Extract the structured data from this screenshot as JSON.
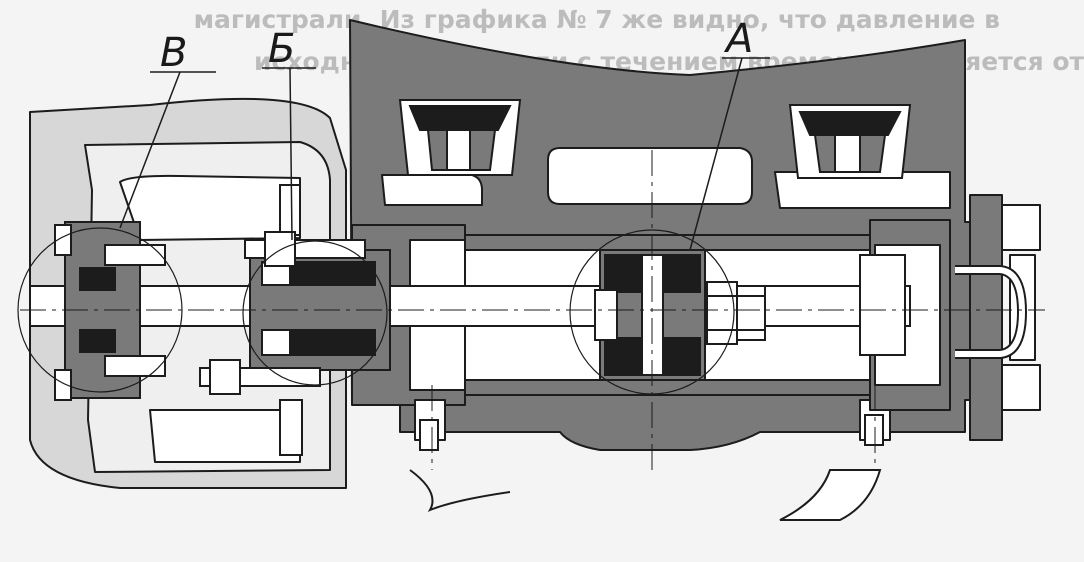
{
  "background_text": {
    "line1": "магистрали. Из графика № 7 же видно, что давление в",
    "line2": "исходной магистрали с течением времени изменяется от"
  },
  "callouts": {
    "a": "А",
    "b": "Б",
    "v": "В"
  },
  "colors": {
    "section_fill": "#7a7a7a",
    "seal_fill": "#1c1c1c",
    "part_fill": "#ffffff",
    "outline": "#1c1c1c",
    "background": "#f4f4f4"
  }
}
